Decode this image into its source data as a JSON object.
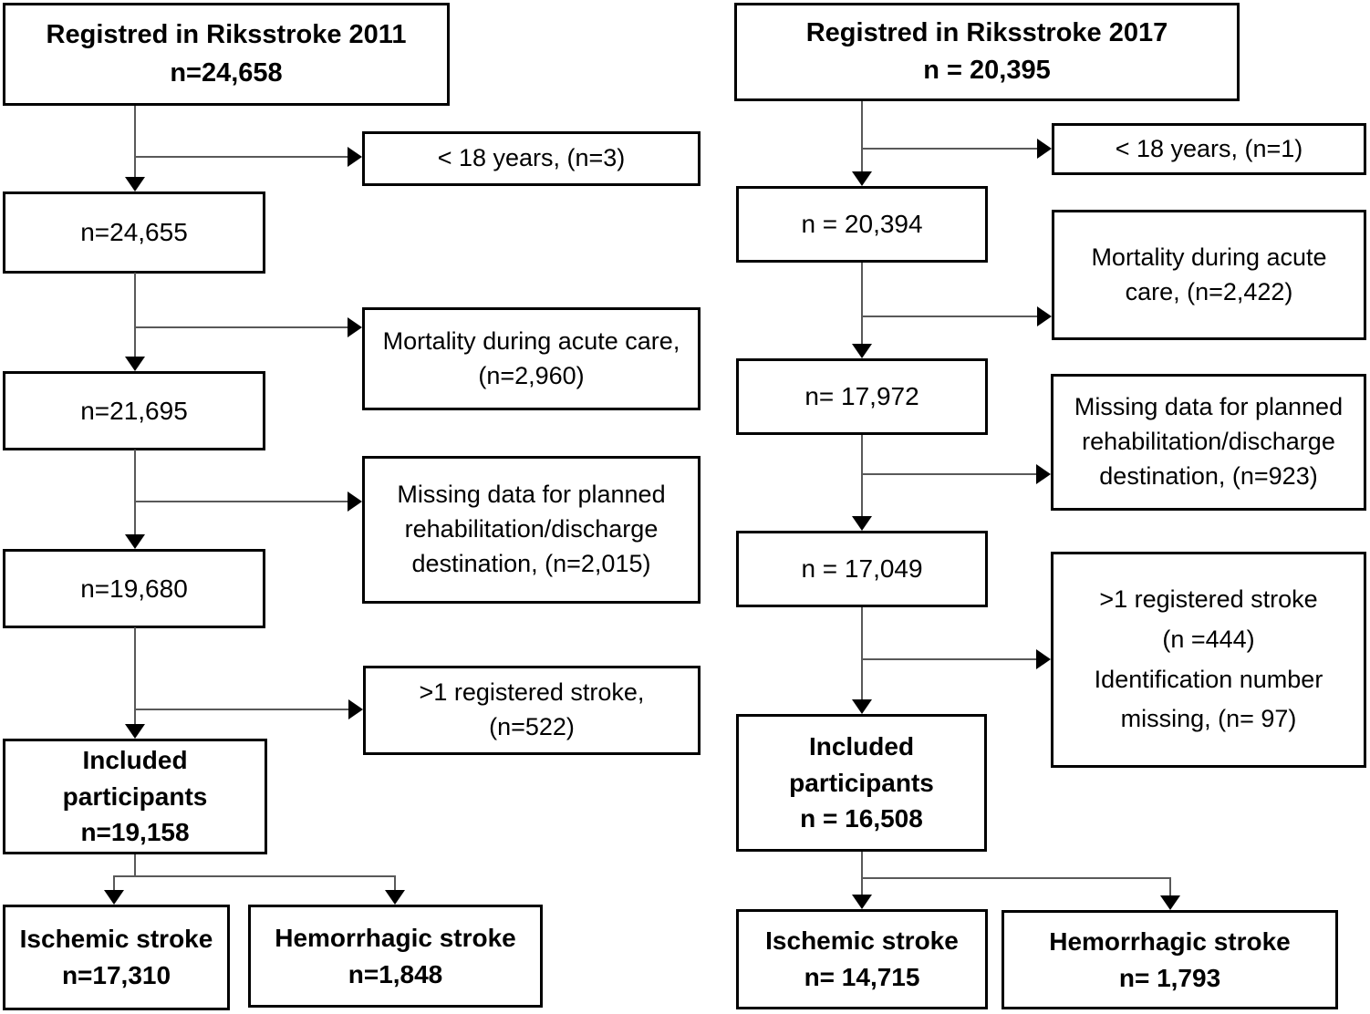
{
  "figure": {
    "type": "flow-diagram",
    "description": "Participant inclusion flowchart from the Riksstroke register, cohorts 2011 and 2017"
  },
  "colors": {
    "background": "#ffffff",
    "box_fill": "#ffffff",
    "box_border": "#000000",
    "connector_line": "#595959",
    "arrowhead": "#000000",
    "text": "#000000"
  },
  "flow_2011": {
    "registered": {
      "lines": [
        "Registred in Riksstroke 2011",
        "n=24,658"
      ]
    },
    "excluded_under18": {
      "lines": [
        "< 18 years, (n=3)"
      ]
    },
    "after_under18": {
      "lines": [
        "n=24,655"
      ]
    },
    "excluded_mortality": {
      "lines": [
        "Mortality during acute care,",
        "(n=2,960)"
      ]
    },
    "after_mortality": {
      "lines": [
        "n=21,695"
      ]
    },
    "excluded_missing_data": {
      "lines": [
        "Missing data for planned",
        "rehabilitation/discharge",
        "destination, (n=2,015)"
      ]
    },
    "after_missing_data": {
      "lines": [
        "n=19,680"
      ]
    },
    "excluded_multiple_stroke": {
      "lines": [
        ">1 registered stroke,",
        "(n=522)"
      ]
    },
    "included": {
      "lines": [
        "Included",
        "participants",
        "n=19,158"
      ]
    },
    "ischemic": {
      "lines": [
        "Ischemic stroke",
        "n=17,310"
      ]
    },
    "hemorrhagic": {
      "lines": [
        "Hemorrhagic stroke",
        "n=1,848"
      ]
    }
  },
  "flow_2017": {
    "registered": {
      "lines": [
        "Registred in Riksstroke 2017",
        "n = 20,395"
      ]
    },
    "excluded_under18": {
      "lines": [
        "< 18 years, (n=1)"
      ]
    },
    "after_under18": {
      "lines": [
        "n = 20,394"
      ]
    },
    "excluded_mortality": {
      "lines": [
        "Mortality during acute",
        "care, (n=2,422)"
      ]
    },
    "after_mortality": {
      "lines": [
        "n= 17,972"
      ]
    },
    "excluded_missing_data": {
      "lines": [
        "Missing data for planned",
        "rehabilitation/discharge",
        "destination, (n=923)"
      ]
    },
    "after_missing_data": {
      "lines": [
        "n = 17,049"
      ]
    },
    "excluded_multiple_stroke": {
      "lines": [
        ">1 registered stroke",
        "(n =444)",
        "Identification number",
        "missing, (n= 97)"
      ]
    },
    "included": {
      "lines": [
        "Included",
        "participants",
        "n = 16,508"
      ]
    },
    "ischemic": {
      "lines": [
        "Ischemic stroke",
        "n= 14,715"
      ]
    },
    "hemorrhagic": {
      "lines": [
        "Hemorrhagic stroke",
        "n= 1,793"
      ]
    }
  }
}
